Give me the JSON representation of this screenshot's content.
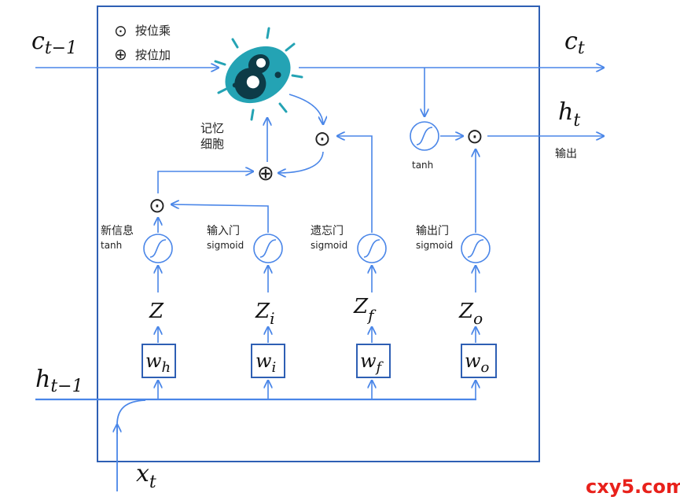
{
  "colors": {
    "line": "#4a86e8",
    "box": "#2e5fb4",
    "sigma_fill": "#ffffff",
    "watermark": "#e8211b",
    "cell_body": "#24a3b4",
    "cell_dark": "#0d3b47"
  },
  "legend": {
    "mul_symbol": "⊙",
    "mul_label": "按位乘",
    "add_symbol": "⊕",
    "add_label": "按位加"
  },
  "io": {
    "c_prev": {
      "main": "c",
      "sub": "t−1"
    },
    "c_next": {
      "main": "c",
      "sub": "t"
    },
    "h_prev": {
      "main": "h",
      "sub": "t−1"
    },
    "h_next": {
      "main": "h",
      "sub": "t"
    },
    "x_t": {
      "main": "x",
      "sub": "t"
    },
    "output_label": "输出"
  },
  "memory_cell": {
    "label_line1": "记忆",
    "label_line2": "细胞",
    "icon": "bacteria-icon"
  },
  "ops": {
    "mul": "⊙",
    "add": "⊕"
  },
  "gates": {
    "new_info": {
      "name": "新信息",
      "act": "tanh",
      "z_main": "Z",
      "z_sub": "",
      "w_main": "w",
      "w_sub": "h"
    },
    "input": {
      "name": "输入门",
      "act": "sigmoid",
      "z_main": "Z",
      "z_sub": "i",
      "w_main": "w",
      "w_sub": "i"
    },
    "forget": {
      "name": "遗忘门",
      "act": "sigmoid",
      "z_main": "Z",
      "z_sub": "f",
      "w_main": "w",
      "w_sub": "f"
    },
    "output": {
      "name": "输出门",
      "act": "sigmoid",
      "z_main": "Z",
      "z_sub": "o",
      "w_main": "w",
      "w_sub": "o"
    }
  },
  "tanh_out": {
    "act": "tanh"
  },
  "watermark": "cxy5.com"
}
